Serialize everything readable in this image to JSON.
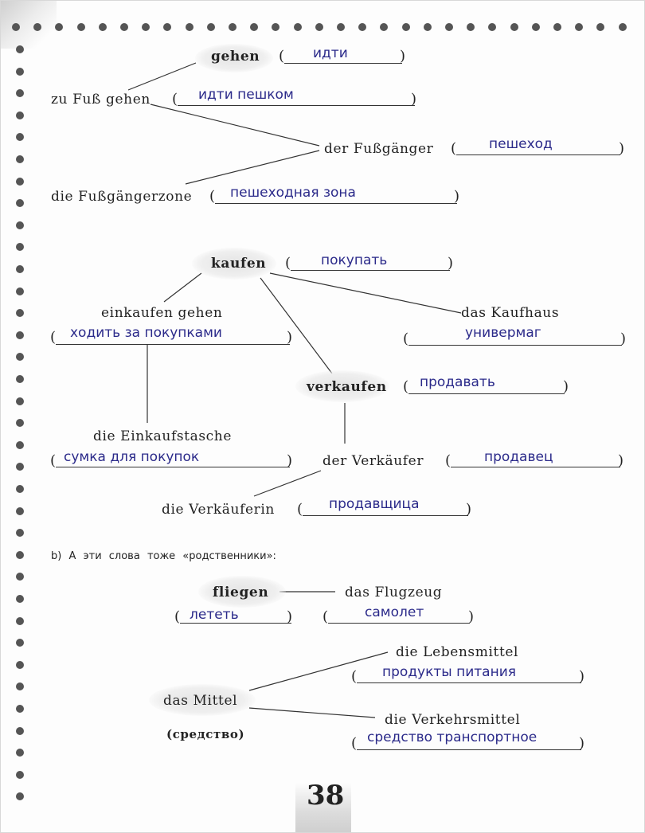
{
  "section_a": {
    "group1": {
      "gehen": {
        "word": "gehen",
        "answer": "идти"
      },
      "zu_fuss": {
        "word": "zu Fuß gehen",
        "answer": "идти пешком"
      },
      "fussgaenger": {
        "word": "der Fußgänger",
        "answer": "пешеход"
      },
      "fussgaengerzone": {
        "word": "die Fußgängerzone",
        "answer": "пешеходная зона"
      }
    },
    "group2": {
      "kaufen": {
        "word": "kaufen",
        "answer": "покупать"
      },
      "einkaufen": {
        "word": "einkaufen gehen",
        "answer": "ходить за покупками"
      },
      "kaufhaus": {
        "word": "das Kaufhaus",
        "answer": "универмаг"
      },
      "verkaufen": {
        "word": "verkaufen",
        "answer": "продавать"
      },
      "einkaufstasche": {
        "word": "die Einkaufstasche",
        "answer": "сумка для покупок"
      },
      "verkaeufer": {
        "word": "der Verkäufer",
        "answer": "продавец"
      },
      "verkaeuferin": {
        "word": "die Verkäuferin",
        "answer": "продавщица"
      }
    }
  },
  "section_b": {
    "task": "b) А эти слова тоже «родственники»:",
    "fliegen": {
      "word": "fliegen",
      "answer": "лететь"
    },
    "flugzeug": {
      "word": "das Flugzeug",
      "answer": "самолет"
    },
    "lebensmittel": {
      "word": "die Lebensmittel",
      "answer": "продукты питания"
    },
    "mittel": {
      "word": "das Mittel",
      "translation": "(средство)"
    },
    "verkehrsmittel": {
      "word": "die Verkehrsmittel",
      "answer": "средство транспортное"
    }
  },
  "paren_open": "(",
  "paren_close": ")",
  "page_number": "38"
}
